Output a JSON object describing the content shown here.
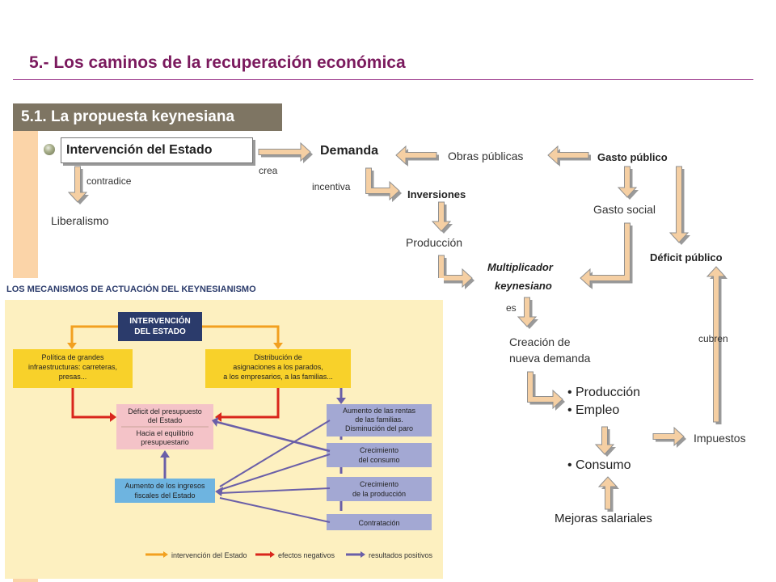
{
  "slide": {
    "title": "5.- Los caminos de la recuperación económica",
    "section": "5.1. La propuesta keynesiana"
  },
  "diagram": {
    "intervention": "Intervención del Estado",
    "contradice": "contradice",
    "liberalismo": "Liberalismo",
    "crea": "crea",
    "demanda": "Demanda",
    "incentiva": "incentiva",
    "inversiones": "Inversiones",
    "produccion": "Producción",
    "obras_publicas": "Obras públicas",
    "gasto_publico": "Gasto público",
    "gasto_social": "Gasto social",
    "deficit_publico": "Déficit público",
    "multiplicador_1": "Multiplicador",
    "multiplicador_2": "keynesiano",
    "es": "es",
    "creacion_1": "Creación de",
    "creacion_2": "nueva demanda",
    "cubren": "cubren",
    "bullet_produccion": "Producción",
    "bullet_empleo": "Empleo",
    "impuestos": "Impuestos",
    "bullet_consumo": "Consumo",
    "mejoras": "Mejoras salariales"
  },
  "textbook": {
    "heading": "LOS MECANISMOS DE ACTUACIÓN DEL KEYNESIANISMO",
    "intervencion_1": "INTERVENCIÓN",
    "intervencion_2": "DEL ESTADO",
    "politica_1": "Política de grandes",
    "politica_2": "infraestructuras: carreteras,",
    "politica_3": "presas...",
    "distribucion_1": "Distribución de",
    "distribucion_2": "asignaciones a los parados,",
    "distribucion_3": "a los empresarios, a las familias...",
    "deficit_1": "Déficit del presupuesto",
    "deficit_2": "del Estado",
    "hacia_1": "Hacia el equilibrio",
    "hacia_2": "presupuestario",
    "aumento_rentas_1": "Aumento de las rentas",
    "aumento_rentas_2": "de las familias.",
    "aumento_rentas_3": "Disminución del paro",
    "consumo_1": "Crecimiento",
    "consumo_2": "del consumo",
    "produccion_1": "Crecimiento",
    "produccion_2": "de la producción",
    "ingresos_1": "Aumento de los ingresos",
    "ingresos_2": "fiscales del Estado",
    "contratacion": "Contratación",
    "legend_1": "intervención del Estado",
    "legend_2": "efectos negativos",
    "legend_3": "resultados positivos"
  },
  "colors": {
    "title": "#7b1a5e",
    "section_bg": "#7e7563",
    "accent_bar": "#fbd4a8",
    "arrow_fill": "#f5cfa3",
    "arrow_edge": "#8f8f8f",
    "tb_orange": "#f2a01f",
    "tb_red": "#d9261c",
    "tb_purple": "#6a5fa8",
    "tb_yellow": "#f8d12a",
    "tb_navy": "#2b3b6b",
    "tb_pink": "#f4c3c8",
    "tb_blue": "#6eb4e0",
    "tb_lavender": "#a3a8d3"
  }
}
